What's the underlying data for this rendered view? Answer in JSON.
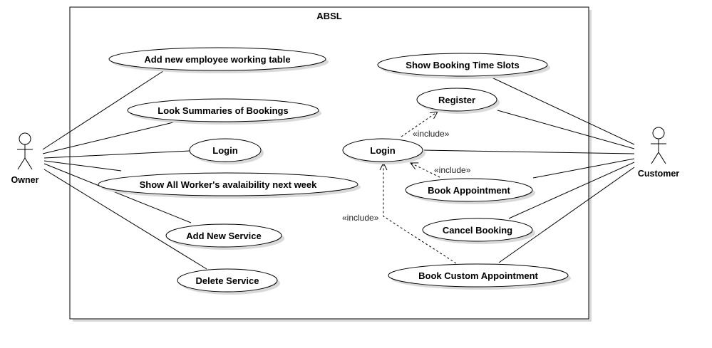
{
  "system": {
    "title": "ABSL"
  },
  "actors": {
    "owner": {
      "label": "Owner"
    },
    "customer": {
      "label": "Customer"
    }
  },
  "use_cases": {
    "add_employee_table": "Add new employee working table",
    "look_summaries": "Look Summaries of Bookings",
    "owner_login": "Login",
    "show_availability": "Show All Worker's avalaibility next week",
    "add_service": "Add New Service",
    "delete_service": "Delete Service",
    "show_time_slots": "Show Booking Time Slots",
    "register": "Register",
    "customer_login": "Login",
    "book_appointment": "Book Appointment",
    "cancel_booking": "Cancel Booking",
    "book_custom": "Book Custom Appointment"
  },
  "relationships": {
    "include_register": "«include»",
    "include_book_appointment": "«include»",
    "include_book_custom": "«include»"
  },
  "colors": {
    "line": "#000000",
    "fill": "#ffffff",
    "shadow": "#d9d9d9"
  }
}
